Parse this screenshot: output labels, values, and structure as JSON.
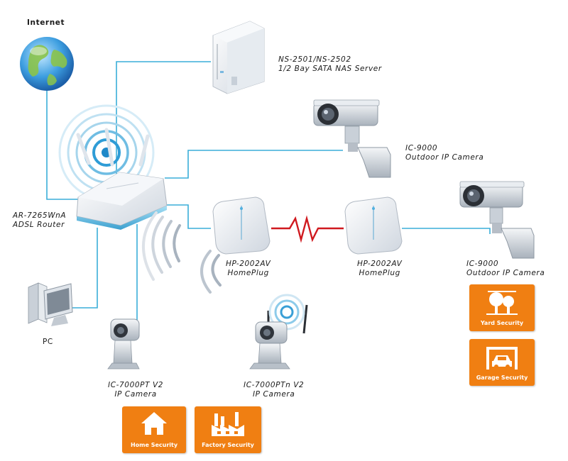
{
  "labels": {
    "internet": "Internet",
    "nas_model": "NS-2501/NS-2502",
    "nas_desc": "1/2 Bay SATA NAS Server",
    "cam1_model": "IC-9000",
    "cam1_desc": "Outdoor IP Camera",
    "router_model": "AR-7265WnA",
    "router_desc": "ADSL Router",
    "hp1_model": "HP-2002AV",
    "hp1_desc": "HomePlug",
    "hp2_model": "HP-2002AV",
    "hp2_desc": "HomePlug",
    "cam2_model": "IC-9000",
    "cam2_desc": "Outdoor IP Camera",
    "pc": "PC",
    "ptz1_model": "IC-7000PT V2",
    "ptz1_desc": "IP Camera",
    "ptz2_model": "IC-7000PTn  V2",
    "ptz2_desc": "IP Camera"
  },
  "badges": {
    "home": "Home Security",
    "factory": "Factory Security",
    "yard": "Yard Security",
    "garage": "Garage Security"
  },
  "colors": {
    "cable": "#3aaed8",
    "powerline": "#d0191f",
    "badge": "#f07f12"
  }
}
